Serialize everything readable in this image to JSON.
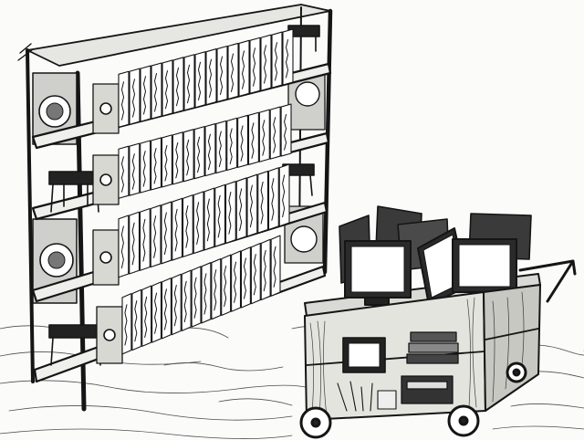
{
  "illustration": {
    "style": "pen-and-ink sketch",
    "ink_color": "#151515",
    "paper_color": "#fbfbfa",
    "subjects": [
      "bookshelf",
      "computer-cart"
    ]
  },
  "bookshelf": {
    "shelf_levels": 4,
    "books_per_shelf": 16
  },
  "cart": {
    "monitor_count": 7,
    "wheel_count": 3
  }
}
